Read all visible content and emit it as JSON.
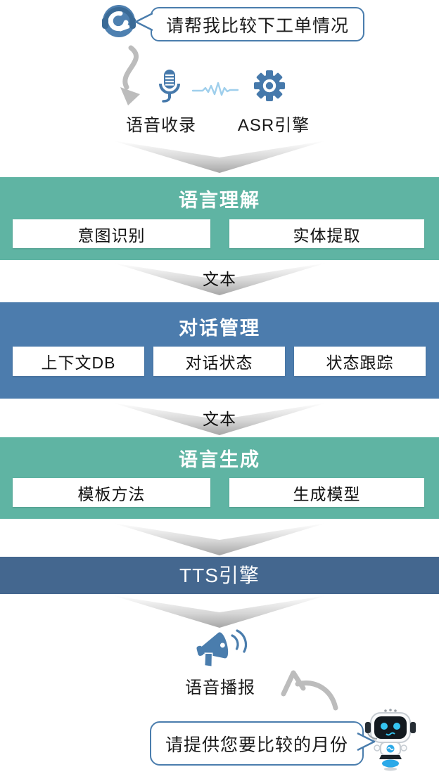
{
  "user_input": {
    "bubble_text": "请帮我比较下工单情况"
  },
  "asr_row": {
    "voice_capture_label": "语音收录",
    "asr_engine_label": "ASR引擎"
  },
  "flow_arrow_label": "文本",
  "blocks": {
    "nlu": {
      "title": "语言理解",
      "items": [
        "意图识别",
        "实体提取"
      ]
    },
    "dm": {
      "title": "对话管理",
      "items": [
        "上下文DB",
        "对话状态",
        "状态跟踪"
      ]
    },
    "nlg": {
      "title": "语言生成",
      "items": [
        "模板方法",
        "生成模型"
      ]
    },
    "tts": {
      "title": "TTS引擎"
    }
  },
  "output_row": {
    "broadcast_label": "语音播报"
  },
  "bot_reply": {
    "bubble_text": "请提供您要比较的月份"
  },
  "icons": {
    "user": "headset-icon",
    "capture": "microphone-icon",
    "signal": "waveform-icon",
    "asr": "gear-icon",
    "broadcast": "megaphone-icon",
    "bot": "robot-icon"
  },
  "colors": {
    "green_block": "#5FB4A3",
    "blue_block": "#4C7CAD",
    "tts_block": "#44678F",
    "icon_blue": "#4A7DAD",
    "waveform_blue": "#9FCFEC",
    "arrow_gray": "#BCBCBC"
  }
}
